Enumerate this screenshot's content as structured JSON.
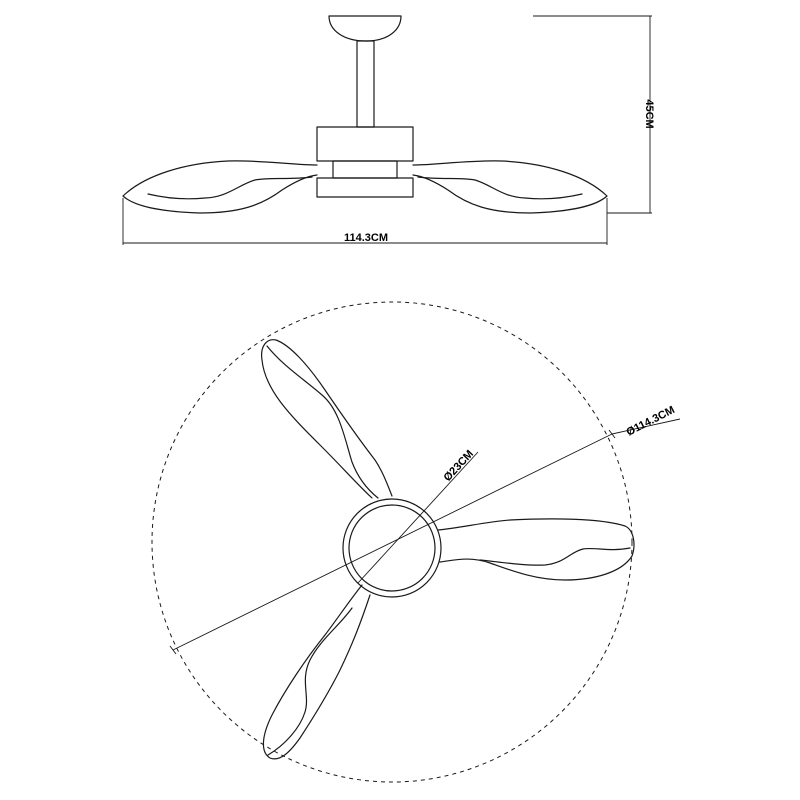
{
  "side_view": {
    "width_label": "114.3CM",
    "height_label": "45CM"
  },
  "top_view": {
    "diameter_label": "Ø114.3CM",
    "hub_label": "Ø23CM"
  }
}
